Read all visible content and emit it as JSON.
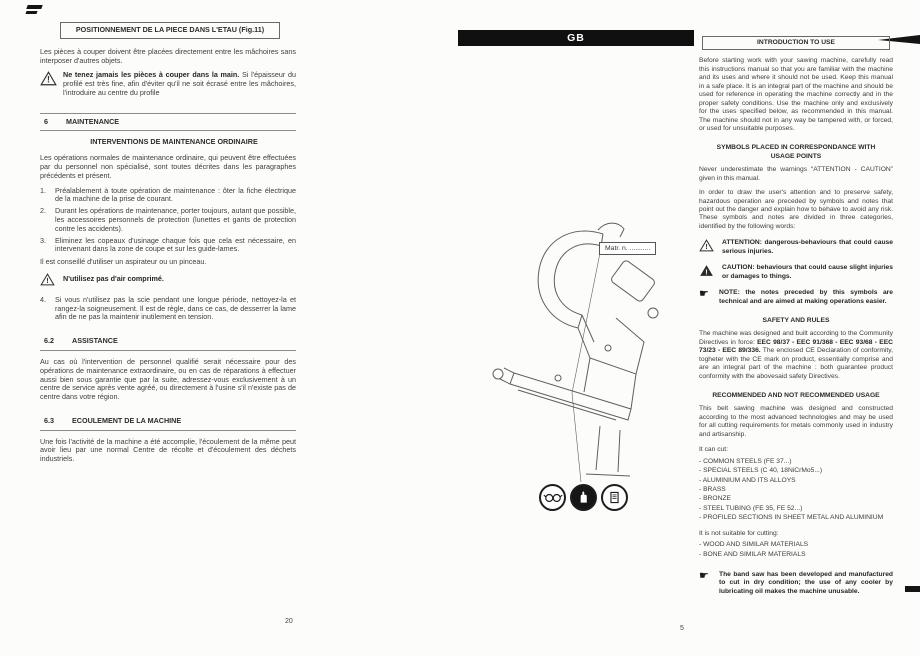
{
  "meta": {
    "left_page_number": "20",
    "right_page_number": "5"
  },
  "icons": {
    "warning_triangle": "outline-triangle-exclamation",
    "caution_triangle": "filled-triangle-exclamation",
    "note_hand_glyph": "☛",
    "ppe": [
      "goggles-icon",
      "gloves-icon",
      "manual-icon"
    ]
  },
  "left": {
    "positioning": {
      "title": "POSITIONNEMENT DE LA PIECE DANS L'ETAU (Fig.11)",
      "body": "Les pièces à couper doivent être placées directement entre les mâchoires sans interposer d'autres objets.",
      "warning_bold": "Ne tenez jamais les pièces à couper dans la main.",
      "warning_rest": "Si l'épaisseur du profilé est très fine, afin d'éviter qu'il ne soit écrasé entre les mâchoires, l'introduire au centre du profile"
    },
    "maintenance": {
      "number": "6",
      "title": "MAINTENANCE",
      "sub": "INTERVENTIONS DE MAINTENANCE ORDINAIRE",
      "intro": "Les opérations normales de maintenance ordinaire, qui peuvent être effectuées par du personnel non spécialisé, sont toutes décrites dans les paragraphes précédents et présent.",
      "items": [
        {
          "num": "1.",
          "text": "Préalablement à toute opération de maintenance : ôter la fiche électrique de la machine de la prise de courant."
        },
        {
          "num": "2.",
          "text": "Durant les opérations de maintenance, porter toujours, autant que possible, les accessoires personnels de protection (lunettes et gants de protection contre les accidents)."
        },
        {
          "num": "3.",
          "text": "Eliminez les copeaux d'usinage chaque fois que cela est nécessaire, en intervenant dans la zone de coupe et sur les guide-lames."
        }
      ],
      "advice": "Il est conseillé d'utiliser un aspirateur ou un pinceau.",
      "warning_air": "N'utilisez pas d'air comprimé.",
      "item4_num": "4.",
      "item4": "Si vous n'utilisez pas la scie pendant une longue période, nettoyez-la et rangez-la soigneusement. Il est de règle, dans ce cas, de desserrer la lame afin de ne pas la maintenir inutilement en tension."
    },
    "assistance": {
      "number": "6.2",
      "title": "ASSISTANCE",
      "body": "Au cas où l'intervention de personnel qualifié serait nécessaire pour des opérations de maintenance extraordinaire, ou en cas de réparations à effectuer aussi bien sous garantie que par la suite, adressez-vous exclusivement à un centre de service après vente agréé, ou directement à l'usine s'il n'existe pas de centre dans votre région."
    },
    "disposal": {
      "number": "6.3",
      "title": "ECOULEMENT DE LA MACHINE",
      "body": "Une fois l'activité de la machine a été accomplie, l'écoulement de la même peut avoir lieu par une normal Centre de récolte et d'écoulement des déchets industriels."
    }
  },
  "center": {
    "country_code": "GB",
    "matr_label": "Matr. n. ..........."
  },
  "right": {
    "intro": {
      "title": "INTRODUCTION TO USE",
      "body": "Before starting work with your sawing machine, carefully read this instructions manual so that you are familiar with the machine and its uses and where it should not be used. Keep this manual in a safe place. It is an integral part of the machine and should be used for reference in operating the machine correctly and in the proper safety conditions. Use the machine only and exclusively for the uses specified below, as recommended in this manual. The machine should not in any way be tampered with, or forced, or used for unsuitable purposes."
    },
    "symbols": {
      "title": "SYMBOLS PLACED IN CORRESPONDANCE WITH USAGE POINTS",
      "body1": "Never underestimate the warnings “ATTENTION - CAUTION” given in this manual.",
      "body2": "In order to draw the user's attention and to preserve safety, hazardous operation are preceded by symbols and notes that point out the danger and explain how to behave to avoid any risk. These symbols and notes are divided in three categories, identified by the following words:",
      "attention": "ATTENTION: dangerous-behaviours that could cause serious injuries.",
      "caution": "CAUTION: behaviours that could cause slight injuries or damages to things.",
      "note": "NOTE: the notes preceded by this symbols are technical and are aimed at making operations easier."
    },
    "safety": {
      "title": "SAFETY AND RULES",
      "body1": "The machine was designed and built according to the Community Directives in force: ",
      "directives": "EEC 98/37 - EEC 91/368 - EEC 93/68 - EEC 73/23 - EEC 89/336.",
      "body2": "The enclosed CE Declaration of conformity, togheter with the CE mark on product, essentially comprise and are an integral part of the machine : both guarantee product conformity with the abovesaid safety Directives."
    },
    "usage": {
      "title": "RECOMMENDED AND NOT RECOMMENDED USAGE",
      "body": "This belt sawing machine was designed and constructed according to the most advanced technologies and may be used for all cutting requirements for metals commonly used in industry and artisanship.",
      "can_cut_label": "It can cut:",
      "can_cut": [
        "- COMMON STEELS (FE 37...)",
        "- SPECIAL STEELS (C 40, 18NiCrMo5...)",
        "- ALUMINIUM AND ITS ALLOYS",
        "- BRASS",
        "- BRONZE",
        "- STEEL TUBING (FE 35, FE 52...)",
        "- PROFILED SECTIONS IN SHEET METAL AND ALUMINIUM"
      ],
      "not_suitable_label": "It is not suitable for cutting:",
      "not_suitable": [
        "- WOOD AND SIMILAR MATERIALS",
        "- BONE AND SIMILAR MATERIALS"
      ],
      "final_warning": "The band saw has been developed and manufactured to cut in dry condition; the use of any cooler by lubricating oil makes the machine unusable."
    }
  }
}
